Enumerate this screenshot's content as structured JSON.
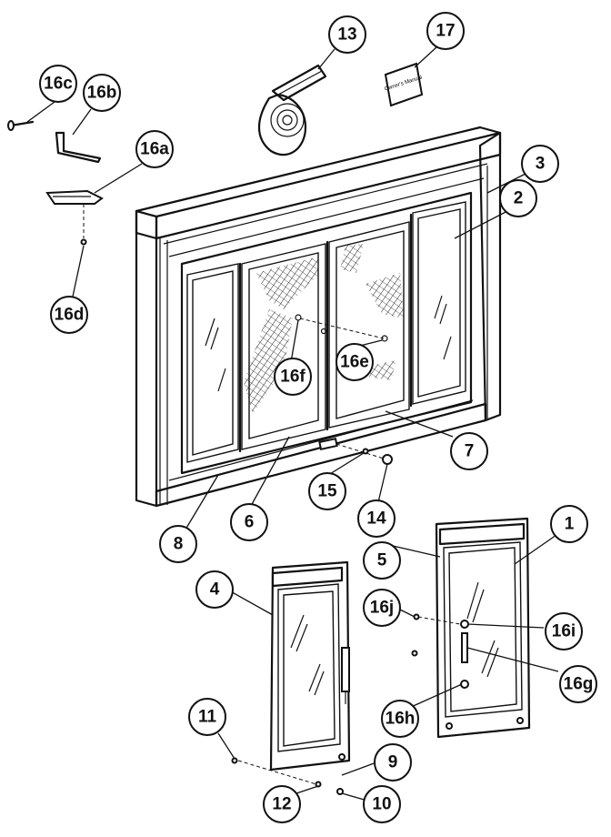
{
  "callouts": {
    "c1": "1",
    "c2": "2",
    "c3": "3",
    "c4": "4",
    "c5": "5",
    "c6": "6",
    "c7": "7",
    "c8": "8",
    "c9": "9",
    "c10": "10",
    "c11": "11",
    "c12": "12",
    "c13": "13",
    "c14": "14",
    "c15": "15",
    "c16a": "16a",
    "c16b": "16b",
    "c16c": "16c",
    "c16d": "16d",
    "c16e": "16e",
    "c16f": "16f",
    "c16g": "16g",
    "c16h": "16h",
    "c16i": "16i",
    "c16j": "16j",
    "c17": "17"
  },
  "manual_label": "Owner's Manual"
}
